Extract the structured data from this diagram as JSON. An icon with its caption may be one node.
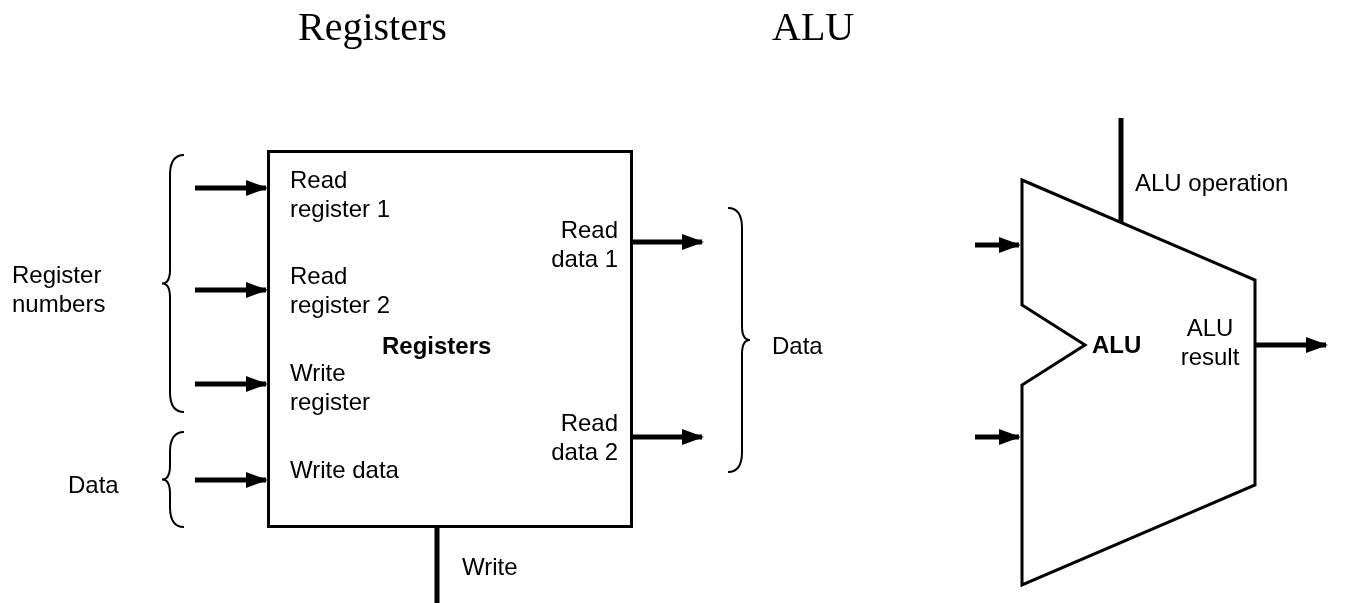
{
  "diagram": {
    "nodes": [
      {
        "text": [
          "Read register 1",
          "Read register 2",
          "Write register",
          "Write data",
          "Registers",
          "Read data 1",
          "Read data 2"
        ]
      },
      {
        "text": [
          "ALU",
          "ALU result"
        ]
      }
    ],
    "edges": [
      {
        "from": null,
        "to": 0,
        "arrow": "to"
      },
      {
        "from": null,
        "to": 0,
        "arrow": "to"
      },
      {
        "from": null,
        "to": 0,
        "arrow": "to"
      },
      {
        "from": null,
        "to": 0,
        "arrow": "to"
      },
      {
        "from": 0,
        "to": null,
        "arrow": "to"
      },
      {
        "from": 0,
        "to": null,
        "arrow": "to"
      },
      {
        "from": null,
        "to": 0,
        "arrow": "none",
        "label": "Write"
      },
      {
        "from": null,
        "to": 1,
        "arrow": "none",
        "label": "ALU operation"
      },
      {
        "from": null,
        "to": 1,
        "arrow": "to"
      },
      {
        "from": null,
        "to": 1,
        "arrow": "to"
      },
      {
        "from": 1,
        "to": null,
        "arrow": "to"
      }
    ],
    "labels": [
      "Registers",
      "ALU",
      "Register numbers",
      "Data",
      "Data"
    ]
  }
}
